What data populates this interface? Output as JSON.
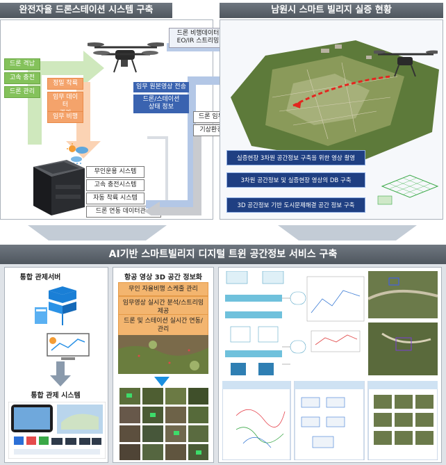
{
  "top_left": {
    "title": "완전자율 드론스테이션 시스템 구축",
    "green_items": [
      "드론 격납",
      "고속 충전",
      "드론 관리"
    ],
    "orange_items": [
      "정밀 착륙",
      "임무 데이터\n관리",
      "임무 비행"
    ],
    "station_items": [
      "무인운용 시스템",
      "고속 충전시스템",
      "자동 착륙 시스템",
      "드론 연동 데이터관리"
    ]
  },
  "top_right": {
    "title": "남원시 스마트 빌리지 실증 현황",
    "steps": [
      "실증현장 3차원 공간정보 구축을 위한 영상 촬영",
      "3차원 공간정보 및 실증현장 영상의 DB 구축",
      "3D 공간정보 기반 도시문제해결 공간 정보 구축"
    ]
  },
  "flows": {
    "drone_data": "드론 비행데이터\nEO/IR 스트리밍",
    "blue_lines": [
      "임무 원본영상 전송",
      "드론/스테이션\n상태 정보"
    ],
    "gray_lines": [
      "드론 임무비행 정보",
      "기상환경/외부정보"
    ]
  },
  "bottom": {
    "title": "AI기반 스마트빌리지 디지털 트윈 공간정보 서비스 구축",
    "server_title": "통합 관제서버",
    "system_title": "통합 관제 시스템",
    "aerial_title": "항공 영상 3D 공간 정보화",
    "aerial_items": [
      "무인 자율비행 스케줄 관리",
      "임무영상 실시간 분석/스트리밍\n제공",
      "드론 및 스테이션 실시간 연동/\n관리"
    ]
  },
  "colors": {
    "header_gray": "#5c636b",
    "green": "#84c25b",
    "orange": "#f4a36b",
    "navy": "#1f3f82",
    "blue_arrow": "#b3c7e6",
    "gray_arrow": "#c9cbcf"
  }
}
